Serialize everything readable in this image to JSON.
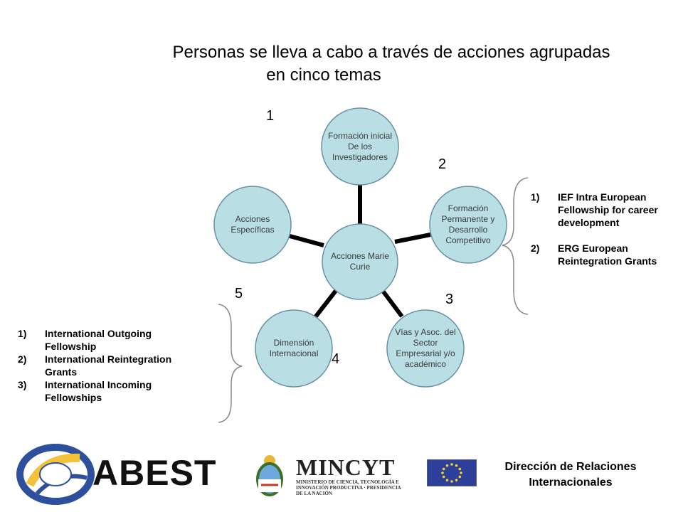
{
  "title": {
    "line1": "Personas se lleva a cabo a través de acciones agrupadas",
    "line2": "en cinco temas"
  },
  "diagram": {
    "center": "Acciones Marie Curie",
    "nodes": [
      {
        "label": "Formación inicial De los Investigadores",
        "number": "1"
      },
      {
        "label": "Formación Permanente y Desarrollo Competitivo",
        "number": "2"
      },
      {
        "label": "Vías y Asoc. del Sector Empresarial y/o académico",
        "number": "3"
      },
      {
        "label": "Dimensión Internacional",
        "number": "4"
      },
      {
        "label": "Acciones Específicas",
        "number": "5"
      }
    ]
  },
  "right_list": [
    {
      "n": "1)",
      "text": "IEF Intra European Fellowship for career development"
    },
    {
      "n": "2)",
      "text": "ERG European Reintegration Grants"
    }
  ],
  "left_list": [
    {
      "n": "1)",
      "text": "International Outgoing Fellowship"
    },
    {
      "n": "2)",
      "text": "International Reintegration Grants"
    },
    {
      "n": "3)",
      "text": "International Incoming Fellowships"
    }
  ],
  "footer": {
    "abest": "ABEST",
    "mincyt": "MINCYT",
    "mincyt_sub": "MINISTERIO DE CIENCIA, TECNOLOGÍA E INNOVACIÓN PRODUCTIVA · PRESIDENCIA DE LA NACIÓN",
    "dept_line1": "Dirección de Relaciones",
    "dept_line2": "Internacionales"
  },
  "colors": {
    "circle_fill": "#b9dfe4",
    "circle_stroke": "#6a8fa6",
    "eu_blue": "#2e3f9a",
    "eu_star": "#f2d22a",
    "abest_blue": "#2d4f9c",
    "abest_yellow": "#f2c23a"
  }
}
